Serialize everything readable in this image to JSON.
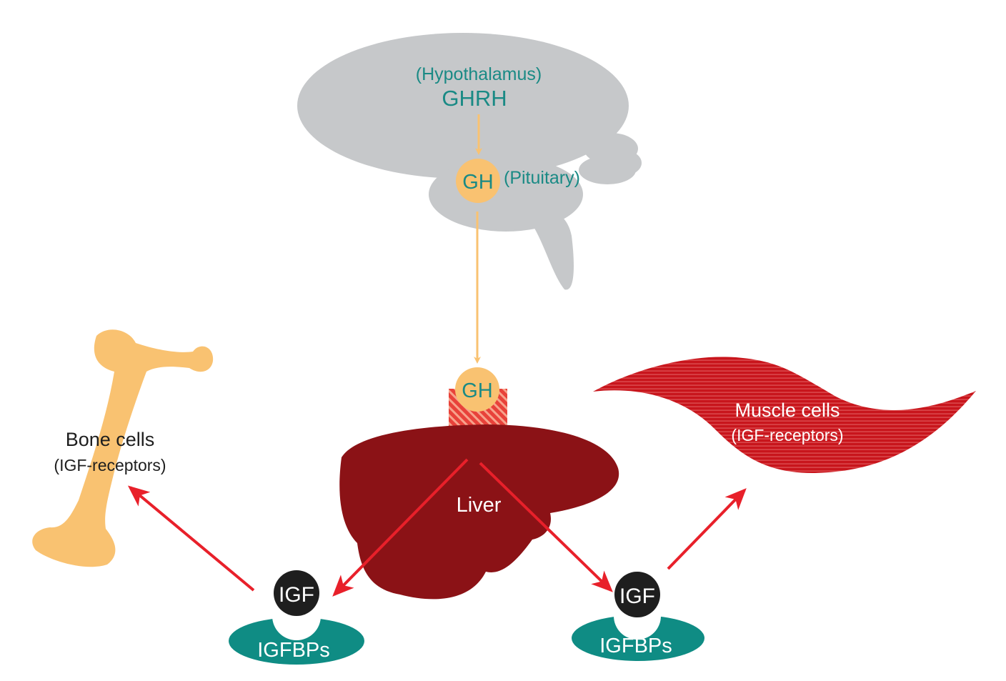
{
  "labels": {
    "hypothalamus": "(Hypothalamus)",
    "ghrh": "GHRH",
    "gh_pituitary": "GH",
    "pituitary": "(Pituitary)",
    "gh_liver": "GH",
    "liver": "Liver",
    "bone_cells": "Bone cells",
    "bone_receptors": "(IGF-receptors)",
    "muscle_cells": "Muscle cells",
    "muscle_receptors": "(IGF-receptors)",
    "igf_left": "IGF",
    "igfbp_left": "IGFBPs",
    "igf_right": "IGF",
    "igfbp_right": "IGFBPs"
  },
  "colors": {
    "brain": "#c6c8ca",
    "hormone_text": "#1a8a85",
    "gh_orange": "#f9c271",
    "liver": "#8b1216",
    "arrow_red": "#e8202a",
    "igf": "#1e1e1e",
    "igfbp": "#0f8c84",
    "muscle": "#c8151c",
    "bone": "#f9c271"
  }
}
